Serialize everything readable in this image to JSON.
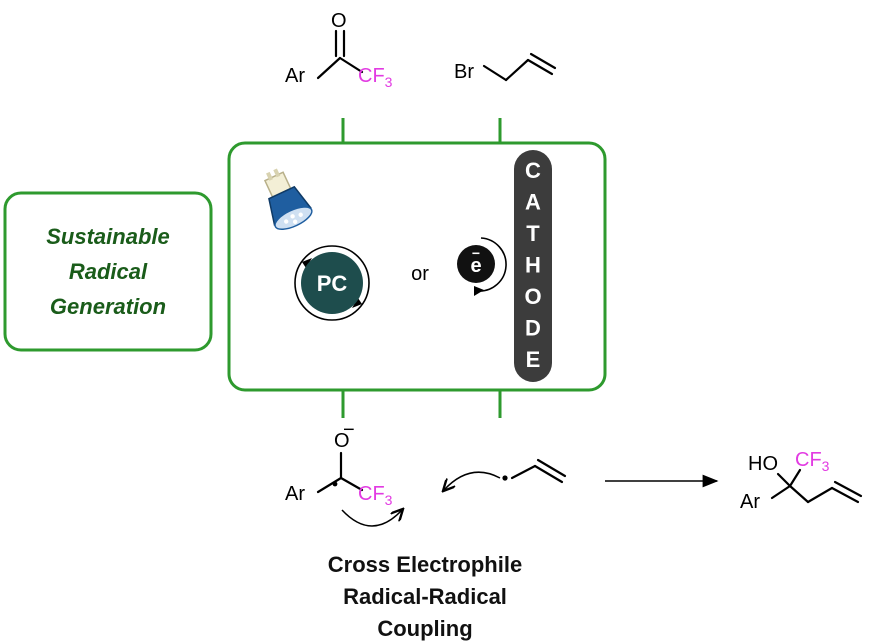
{
  "diagram": {
    "colors": {
      "green": "#2e9a2e",
      "dark_green": "#1a5c1a",
      "magenta": "#e23be2",
      "pc_teal": "#1e4d4d",
      "cathode_gray": "#3c3c3c",
      "lamp_blue": "#1f5ea0"
    },
    "reagents": {
      "ketone": {
        "o": "O",
        "ar": "Ar",
        "cf": "CF",
        "sub": "3"
      },
      "allyl_bromide": {
        "br": "Br"
      }
    },
    "side_box": {
      "line1": "Sustainable",
      "line2": "Radical",
      "line3": "Generation"
    },
    "center_box": {
      "lamp_icon": "lamp-icon",
      "pc_label": "PC",
      "or_label": "or",
      "electron_label": "e",
      "electron_charge": "−",
      "cathode_letters": [
        "C",
        "A",
        "T",
        "H",
        "O",
        "D",
        "E"
      ]
    },
    "intermediates": {
      "ketyl": {
        "o": "O",
        "charge": "−",
        "ar": "Ar",
        "cf": "CF",
        "sub": "3"
      }
    },
    "product": {
      "ho": "HO",
      "ar": "Ar",
      "cf": "CF",
      "sub": "3"
    },
    "caption": {
      "line1": "Cross Electrophile",
      "line2": "Radical-Radical",
      "line3": "Coupling"
    }
  }
}
